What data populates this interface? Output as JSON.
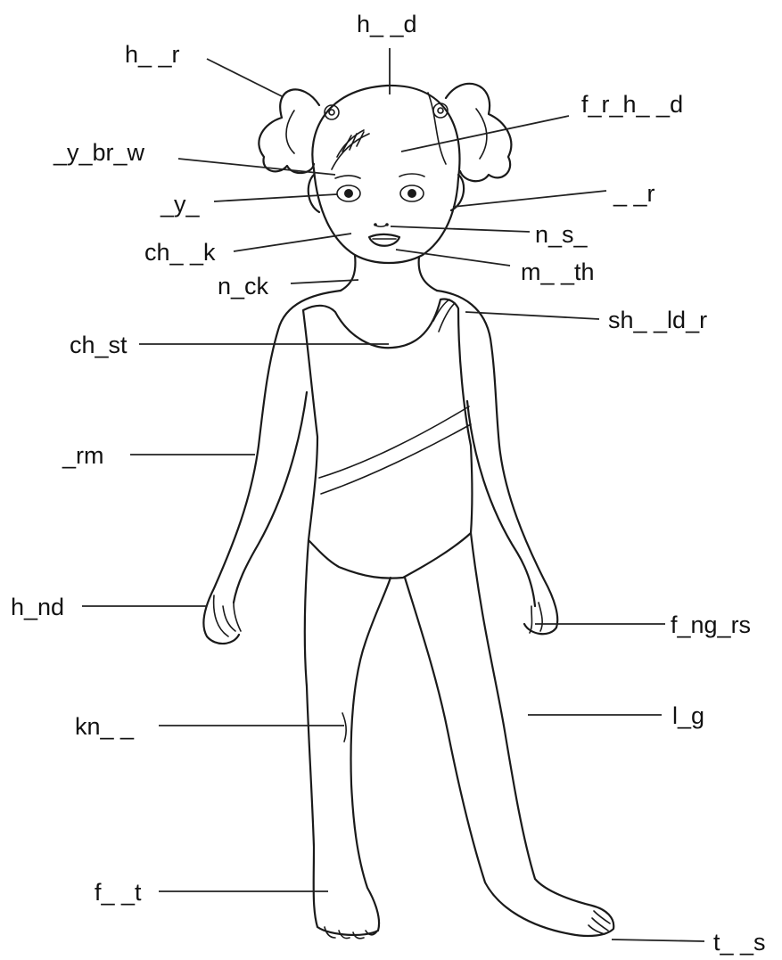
{
  "labels": {
    "head": "h_ _d",
    "hair": "h_ _r",
    "forehead": "f_r_h_ _d",
    "eyebrow": "_y_br_w",
    "eye": "_y_",
    "ear": "_ _r",
    "nose": "n_s_",
    "cheek": "ch_ _k",
    "mouth": "m_ _th",
    "neck": "n_ck",
    "shoulder": "sh_ _ld_r",
    "chest": "ch_st",
    "arm": "_rm",
    "hand": "h_nd",
    "fingers": "f_ng_rs",
    "knee": "kn_ _",
    "leg": "l_g",
    "feet": "f_ _t",
    "toes": "t_ _s"
  }
}
